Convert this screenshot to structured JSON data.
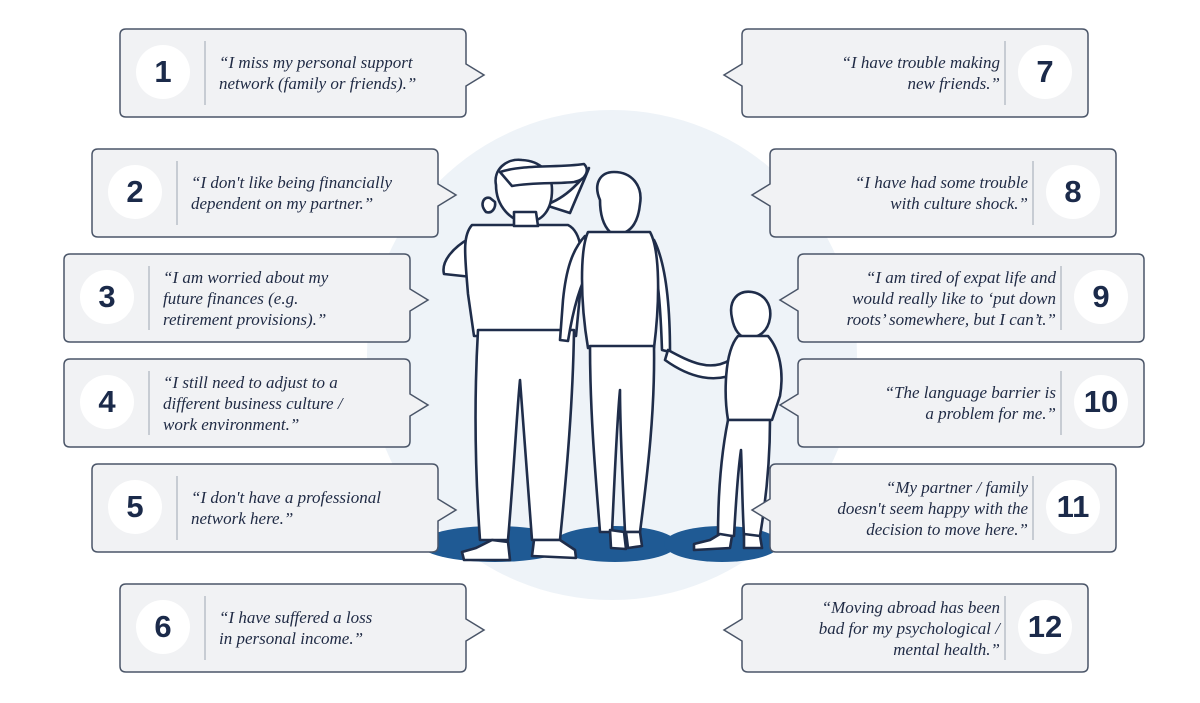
{
  "colors": {
    "bubble_fill": "#f1f2f4",
    "bubble_stroke": "#4a5568",
    "number_text": "#1b2a4a",
    "quote_text": "#1f2a44",
    "backdrop_circle": "#eef3f8",
    "ground_shadow": "#1f5a94",
    "figure_outline": "#1f2d4a"
  },
  "statements": [
    {
      "number": "1",
      "text": "“I miss my personal support\nnetwork (family or friends).”"
    },
    {
      "number": "2",
      "text": "“I don't like being financially\ndependent on my partner.”"
    },
    {
      "number": "3",
      "text": "“I am worried about my\nfuture finances (e.g.\nretirement provisions).”"
    },
    {
      "number": "4",
      "text": "“I still need to adjust to a\ndifferent business culture /\nwork environment.”"
    },
    {
      "number": "5",
      "text": "“I don't have a professional\nnetwork here.”"
    },
    {
      "number": "6",
      "text": "“I have suffered a loss\nin personal income.”"
    },
    {
      "number": "7",
      "text": "“I have trouble making\nnew friends.”"
    },
    {
      "number": "8",
      "text": "“I have had some trouble\nwith culture shock.”"
    },
    {
      "number": "9",
      "text": "“I am tired of expat life and\nwould really like to ‘put down\nroots’ somewhere, but I can’t.”"
    },
    {
      "number": "10",
      "text": "“The language barrier is\na problem for me.”"
    },
    {
      "number": "11",
      "text": "“My partner / family\ndoesn't seem happy with the\ndecision to move here.”"
    },
    {
      "number": "12",
      "text": "“Moving abroad has been\nbad for my psychological /\nmental health.”"
    }
  ]
}
